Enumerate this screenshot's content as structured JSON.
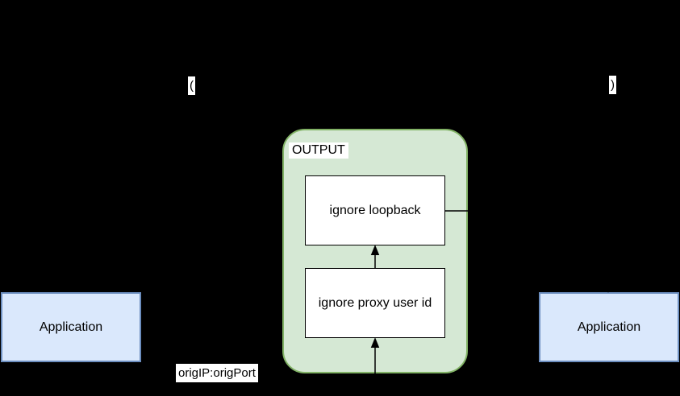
{
  "diagram": {
    "background_color": "#000000",
    "output_chain": {
      "label": "OUTPUT",
      "fill_color": "#d5e8d4",
      "stroke_color": "#82b366",
      "rules": [
        {
          "label": "ignore loopback"
        },
        {
          "label": "ignore proxy user id"
        }
      ]
    },
    "applications": {
      "fill_color": "#dae8fc",
      "stroke_color": "#6c8ebf",
      "left": {
        "label": "Application"
      },
      "right": {
        "label": "Application"
      }
    },
    "labels": {
      "paren_open": "(",
      "paren_close": ")",
      "orig_address": "origIP:origPort"
    }
  }
}
